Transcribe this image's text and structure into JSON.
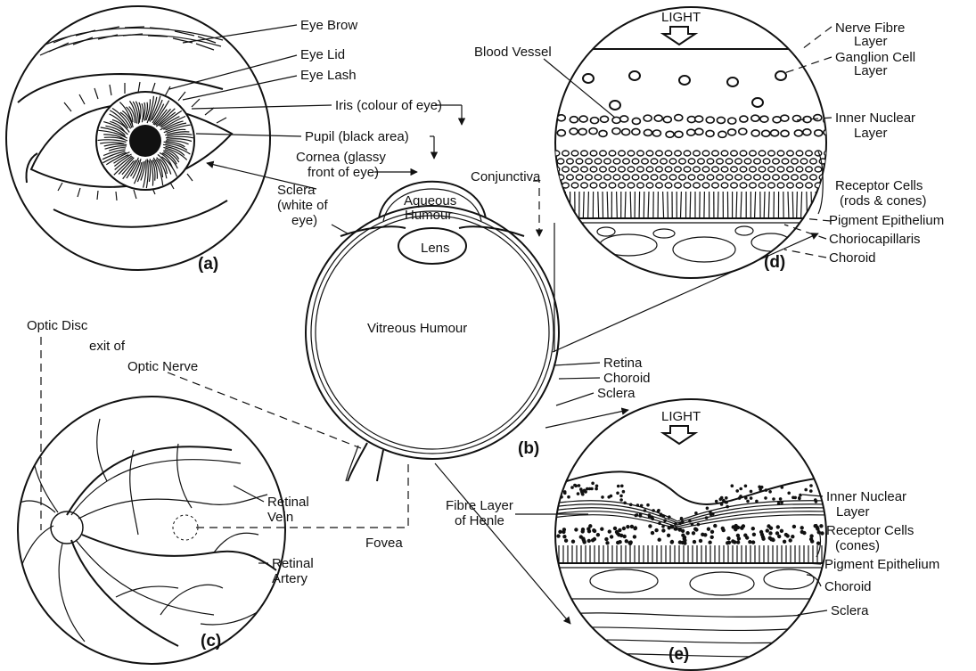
{
  "panels": {
    "a": {
      "id": "(a)",
      "labels": {
        "eye_brow": "Eye Brow",
        "eye_lid": "Eye Lid",
        "eye_lash": "Eye Lash",
        "iris": "Iris (colour of eye)",
        "pupil": "Pupil (black area)",
        "cornea_1": "Cornea (glassy",
        "cornea_2": "front of eye)",
        "sclera_1": "Sclera",
        "sclera_2": "(white of",
        "sclera_3": "eye)"
      }
    },
    "b": {
      "id": "(b)",
      "labels": {
        "aqueous_1": "Aqueous",
        "aqueous_2": "Humour",
        "lens": "Lens",
        "vitreous": "Vitreous Humour",
        "conjunctiva": "Conjunctiva",
        "retina": "Retina",
        "choroid": "Choroid",
        "sclera": "Sclera"
      }
    },
    "c": {
      "id": "(c)",
      "labels": {
        "optic_disc": "Optic Disc",
        "exit_1": "exit of",
        "exit_2": "Optic Nerve",
        "retinal_vein_1": "Retinal",
        "retinal_vein_2": "Vein",
        "retinal_artery_1": "Retinal",
        "retinal_artery_2": "Artery",
        "fovea": "Fovea"
      }
    },
    "d": {
      "id": "(d)",
      "labels": {
        "light": "LIGHT",
        "blood_vessel": "Blood Vessel",
        "nerve_fibre_1": "Nerve Fibre",
        "nerve_fibre_2": "Layer",
        "ganglion_1": "Ganglion Cell",
        "ganglion_2": "Layer",
        "inner_nuclear_1": "Inner Nuclear",
        "inner_nuclear_2": "Layer",
        "receptor_1": "Receptor Cells",
        "receptor_2": "(rods & cones)",
        "pigment": "Pigment Epithelium",
        "choriocapillaris": "Choriocapillaris",
        "choroid": "Choroid"
      }
    },
    "e": {
      "id": "(e)",
      "labels": {
        "light": "LIGHT",
        "fibre_henle_1": "Fibre Layer",
        "fibre_henle_2": "of Henle",
        "inner_nuclear_1": "Inner Nuclear",
        "inner_nuclear_2": "Layer",
        "receptor_1": "Receptor Cells",
        "receptor_2": "(cones)",
        "pigment": "Pigment Epithelium",
        "choroid": "Choroid",
        "sclera": "Sclera"
      }
    }
  }
}
